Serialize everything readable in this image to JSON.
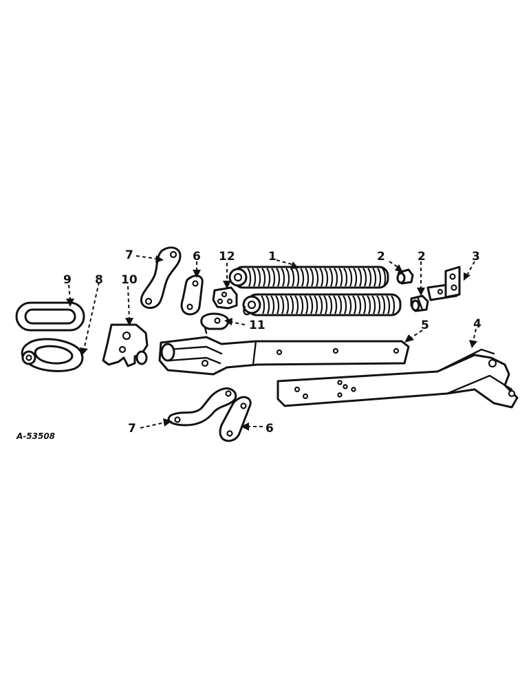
{
  "figure_id": "A-53508",
  "callouts": {
    "c1": "1",
    "c2a": "2",
    "c2b": "2",
    "c3": "3",
    "c4": "4",
    "c5": "5",
    "c6a": "6",
    "c6b": "6",
    "c7a": "7",
    "c7b": "7",
    "c8": "8",
    "c9": "9",
    "c10": "10",
    "c11": "11",
    "c12": "12"
  }
}
